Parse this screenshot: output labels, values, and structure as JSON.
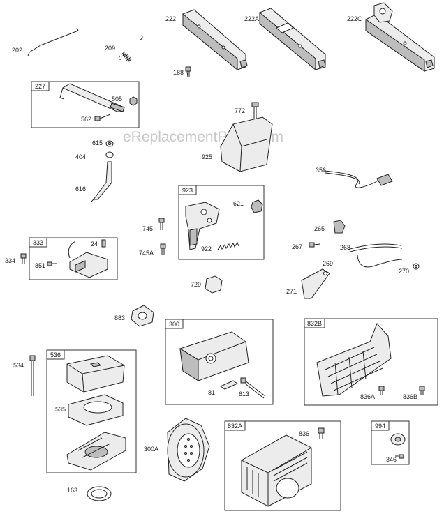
{
  "watermark": "eReplacementParts.com",
  "colors": {
    "ink": "#222222",
    "fill": "#ececec",
    "shade": "#bdbdbd",
    "watermark": "#c8c8c8"
  },
  "boxes": [
    {
      "id": "b227",
      "label": "227"
    },
    {
      "id": "b923",
      "label": "923"
    },
    {
      "id": "b333",
      "label": "333"
    },
    {
      "id": "b300",
      "label": "300"
    },
    {
      "id": "b832b",
      "label": "832B"
    },
    {
      "id": "b536",
      "label": "536"
    },
    {
      "id": "b832a",
      "label": "832A"
    },
    {
      "id": "b994",
      "label": "994"
    }
  ],
  "labels": {
    "p202": "202",
    "p209": "209",
    "p222": "222",
    "p222a": "222A",
    "p222c": "222C",
    "p188": "188",
    "p505": "505",
    "p562": "562",
    "p772": "772",
    "p925": "925",
    "p615": "615",
    "p404": "404",
    "p616": "616",
    "p356": "356",
    "p621": "621",
    "p745": "745",
    "p922": "922",
    "p745a": "745A",
    "p265": "265",
    "p267": "267",
    "p268": "268",
    "p269": "269",
    "p270": "270",
    "p271": "271",
    "p334": "334",
    "p24": "24",
    "p851": "851",
    "p729": "729",
    "p883": "883",
    "p534": "534",
    "p81": "81",
    "p613": "613",
    "p836a": "836A",
    "p836b": "836B",
    "p535": "535",
    "p300a": "300A",
    "p836": "836",
    "p346": "346",
    "p163": "163"
  }
}
